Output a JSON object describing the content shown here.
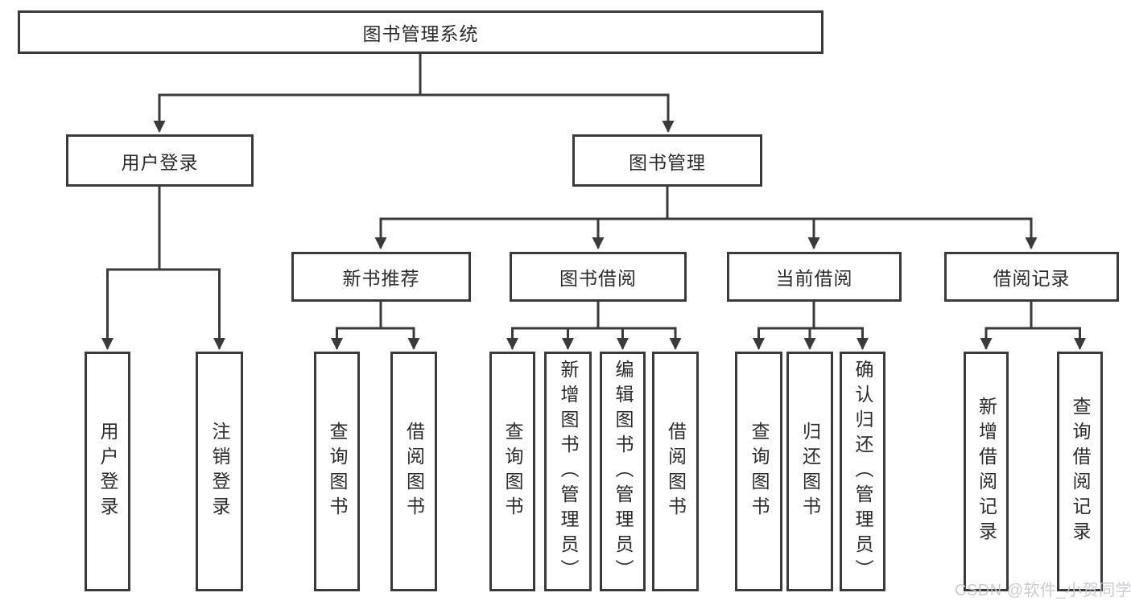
{
  "diagram": {
    "root": {
      "label": "图书管理系统"
    },
    "level2": [
      {
        "label": "用户登录"
      },
      {
        "label": "图书管理"
      }
    ],
    "level3": [
      {
        "label": "新书推荐"
      },
      {
        "label": "图书借阅"
      },
      {
        "label": "当前借阅"
      },
      {
        "label": "借阅记录"
      }
    ],
    "leaves": [
      {
        "parent": "用户登录",
        "label": "用户登录"
      },
      {
        "parent": "用户登录",
        "label": "注销登录"
      },
      {
        "parent": "新书推荐",
        "label": "查询图书"
      },
      {
        "parent": "新书推荐",
        "label": "借阅图书"
      },
      {
        "parent": "图书借阅",
        "label": "查询图书"
      },
      {
        "parent": "图书借阅",
        "label": "新增图书（管理员）"
      },
      {
        "parent": "图书借阅",
        "label": "编辑图书（管理员）"
      },
      {
        "parent": "图书借阅",
        "label": "借阅图书"
      },
      {
        "parent": "当前借阅",
        "label": "查询图书"
      },
      {
        "parent": "当前借阅",
        "label": "归还图书"
      },
      {
        "parent": "当前借阅",
        "label": "确认归还（管理员）"
      },
      {
        "parent": "借阅记录",
        "label": "新增借阅记录"
      },
      {
        "parent": "借阅记录",
        "label": "查询借阅记录"
      }
    ]
  },
  "watermark": {
    "text": "CSDN @软件_小贺同学"
  },
  "colors": {
    "line": "#3a3a3c",
    "text": "#2b2b2d",
    "watermark": "#c9c6cb",
    "background": "#ffffff"
  }
}
